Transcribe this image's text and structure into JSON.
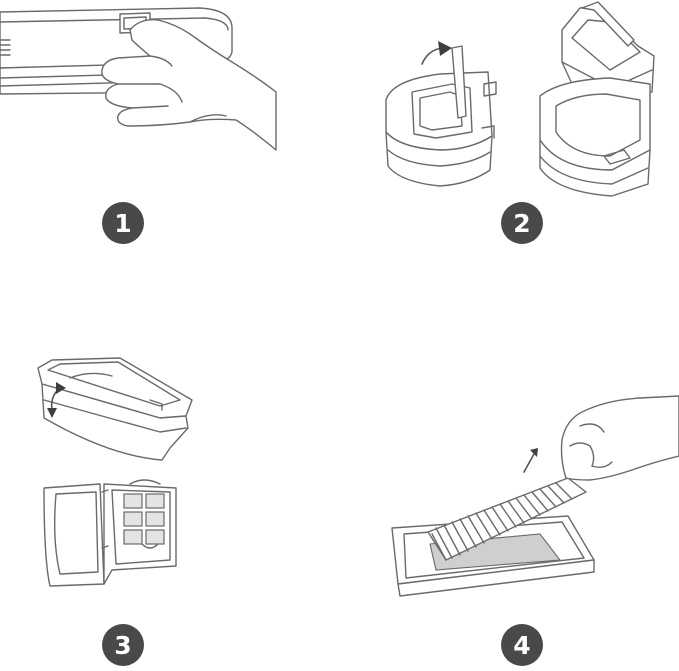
{
  "steps": [
    {
      "number": "1",
      "icon": "robot-vacuum-press-latch-illustration"
    },
    {
      "number": "2",
      "icon": "dustbin-lift-out-illustration"
    },
    {
      "number": "3",
      "icon": "dustbin-open-lid-illustration"
    },
    {
      "number": "4",
      "icon": "filter-remove-illustration"
    }
  ],
  "colors": {
    "badge": "#4a4949",
    "line": "#6a6a6a",
    "arrow": "#3f3f3f"
  }
}
